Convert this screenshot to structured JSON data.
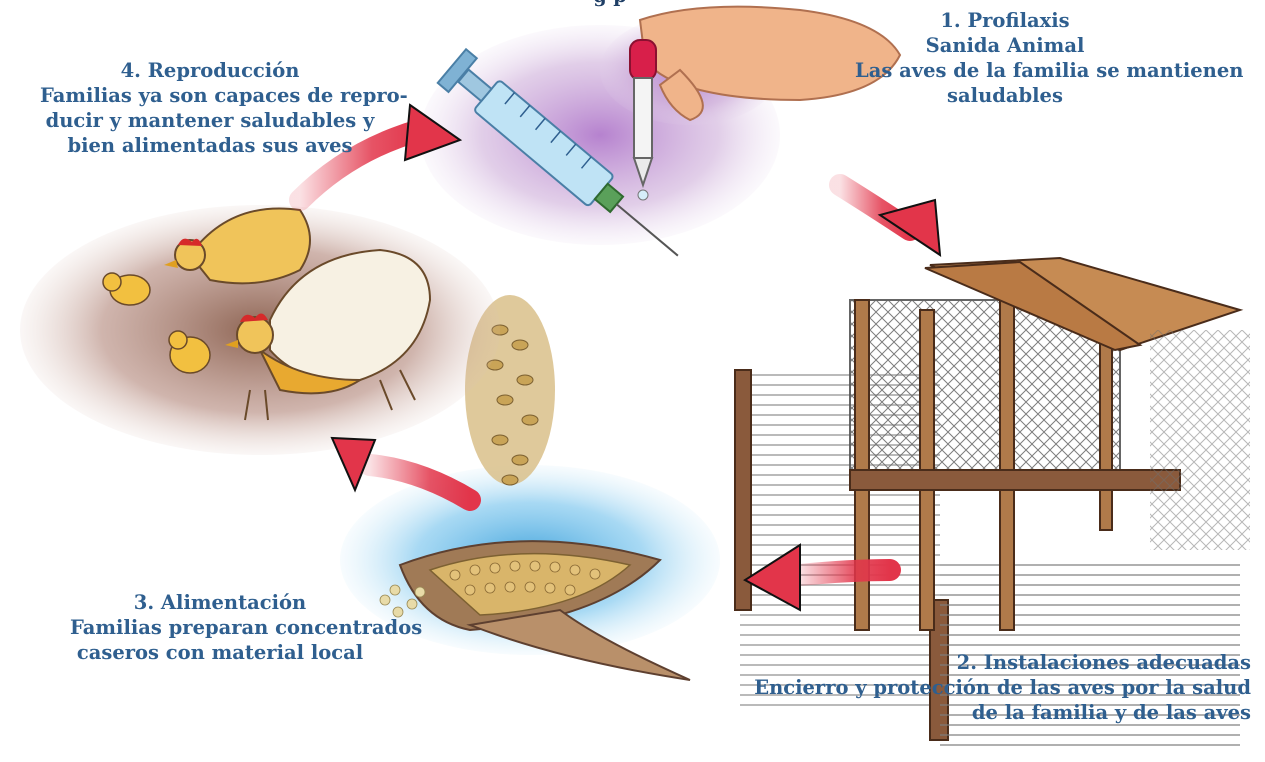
{
  "header": {
    "text": "g                                                                                               p"
  },
  "stages": [
    {
      "title": "1. Profilaxis",
      "lines": [
        "Sanida Animal",
        "Las aves de la familia se mantienen",
        "saludables"
      ]
    },
    {
      "title": "2. Instalaciones adecuadas",
      "lines": [
        "Encierro y protección de las aves por la salud",
        "de la familia y de las aves"
      ]
    },
    {
      "title": "3. Alimentación",
      "lines": [
        "Familias preparan concentrados",
        "caseros con material local"
      ]
    },
    {
      "title": "4. Reproducción",
      "lines": [
        "Familias ya son capaces de repro-",
        "ducir y mantener saludables y",
        "bien alimentadas sus aves"
      ]
    }
  ],
  "colors": {
    "caption": "#2f5f8f",
    "arrow": "#e2354a",
    "wash_purple": "#c9a6d6",
    "wash_blue": "#5fb6e6",
    "soil": "#8a5a44",
    "wood": "#b07a4a",
    "hen": "#e8a930"
  },
  "icons": {
    "stage1": "syringe-and-dropper-icon",
    "stage2": "chicken-coop-icon",
    "stage3": "corn-and-grain-icon",
    "stage4": "hens-and-chicks-icon"
  }
}
